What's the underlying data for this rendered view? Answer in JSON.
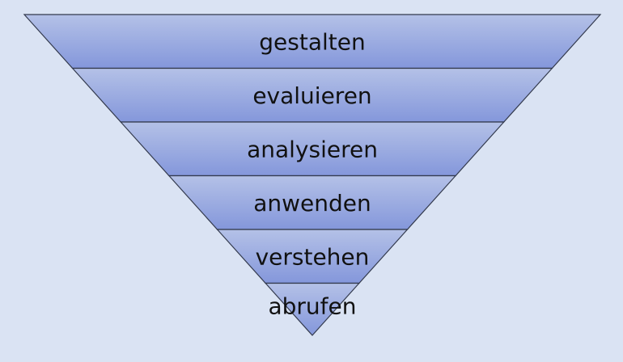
{
  "diagram": {
    "type": "inverted-pyramid",
    "levels": [
      "gestalten",
      "evaluieren",
      "analysieren",
      "anwenden",
      "verstehen",
      "abrufen"
    ],
    "colors": {
      "background": "#dae3f3",
      "fill_top": "#b4c1e7",
      "fill_bottom": "#8497db",
      "outline": "#333a4d",
      "text": "#111111"
    }
  }
}
